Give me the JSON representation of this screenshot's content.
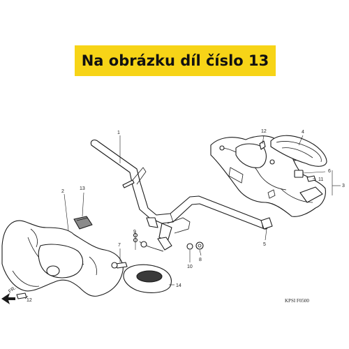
{
  "banner": {
    "text": "Na obrázku díl číslo 13"
  },
  "callouts": [
    {
      "id": "c1",
      "label": "1"
    },
    {
      "id": "c2",
      "label": "2"
    },
    {
      "id": "c3",
      "label": "3"
    },
    {
      "id": "c4",
      "label": "4"
    },
    {
      "id": "c5",
      "label": "5"
    },
    {
      "id": "c6",
      "label": "6"
    },
    {
      "id": "c7",
      "label": "7"
    },
    {
      "id": "c8",
      "label": "8"
    },
    {
      "id": "c9",
      "label": "9"
    },
    {
      "id": "c10",
      "label": "10"
    },
    {
      "id": "c11",
      "label": "11"
    },
    {
      "id": "c12a",
      "label": "12"
    },
    {
      "id": "c12b",
      "label": "12"
    },
    {
      "id": "c13",
      "label": "13"
    },
    {
      "id": "c14",
      "label": "14"
    }
  ],
  "direction_marker": "FR.",
  "reference_code": "KPSI F0500"
}
